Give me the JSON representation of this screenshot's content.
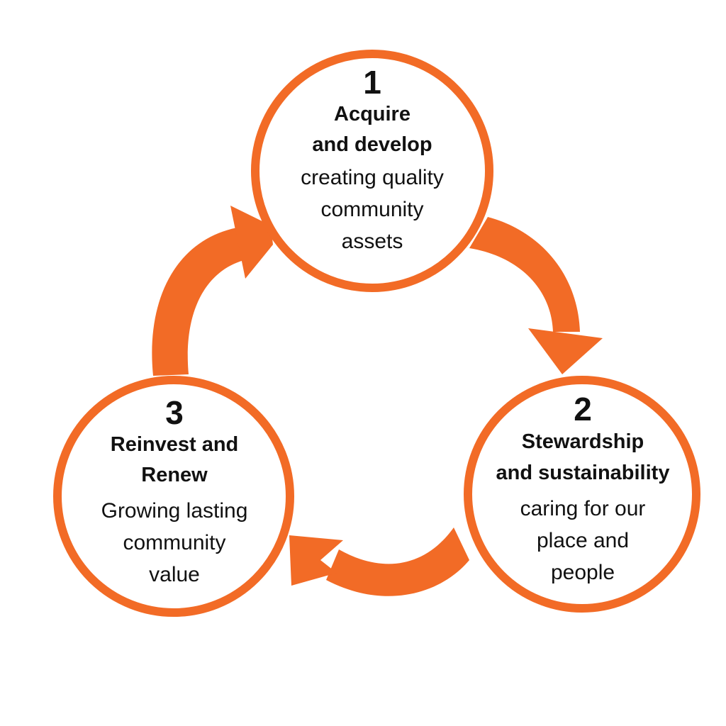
{
  "diagram": {
    "type": "cycle",
    "accent_color": "#F26B26",
    "text_color": "#111111",
    "stages": [
      {
        "number": "1",
        "title_lines": [
          "Acquire",
          "and develop"
        ],
        "description_lines": [
          "creating quality",
          "community",
          "assets"
        ]
      },
      {
        "number": "2",
        "title_lines": [
          "Stewardship",
          "and sustainability"
        ],
        "description_lines": [
          "caring for our",
          "place and",
          "people"
        ]
      },
      {
        "number": "3",
        "title_lines": [
          "Reinvest and",
          "Renew"
        ],
        "description_lines": [
          "Growing lasting",
          "community",
          "value"
        ]
      }
    ],
    "arrows": [
      {
        "from": "1",
        "to": "2",
        "direction": "clockwise"
      },
      {
        "from": "2",
        "to": "3",
        "direction": "clockwise"
      },
      {
        "from": "3",
        "to": "1",
        "direction": "clockwise"
      }
    ]
  }
}
